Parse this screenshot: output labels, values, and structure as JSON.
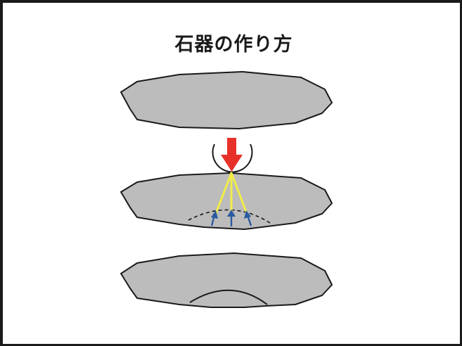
{
  "title": "石器の作り方",
  "colors": {
    "stone_fill": "#bcbcbc",
    "outline": "#1a1a1a",
    "force_arrow": "#e8302a",
    "stress_lines": "#f2ec4a",
    "rebound_arrows": "#2a5aa0",
    "background": "#ffffff"
  },
  "steps": [
    {
      "name": "raw-stone"
    },
    {
      "name": "striking-stone"
    },
    {
      "name": "flaked-stone"
    }
  ]
}
